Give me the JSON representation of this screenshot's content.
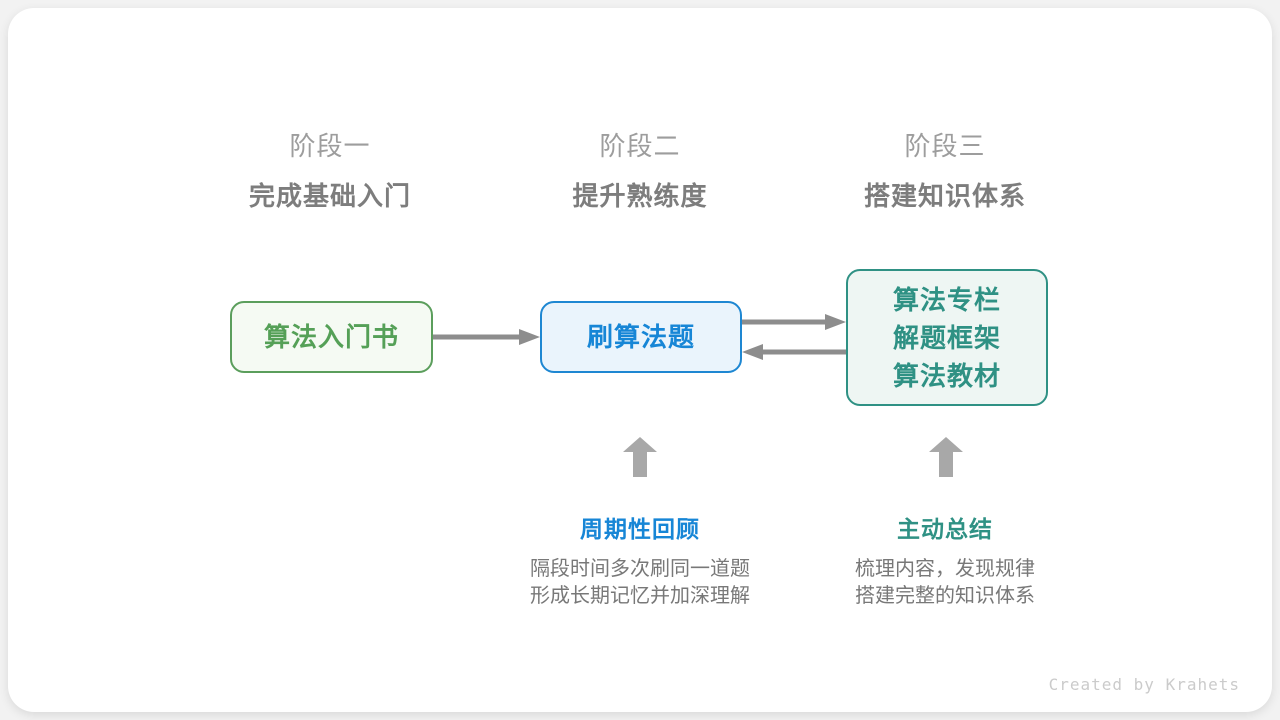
{
  "stages": [
    {
      "label": "阶段一",
      "subtitle": "完成基础入门"
    },
    {
      "label": "阶段二",
      "subtitle": "提升熟练度"
    },
    {
      "label": "阶段三",
      "subtitle": "搭建知识体系"
    }
  ],
  "nodes": [
    {
      "title": "算法入门书"
    },
    {
      "title": "刷算法题"
    },
    {
      "lines": [
        "算法专栏",
        "解题框架",
        "算法教材"
      ]
    }
  ],
  "annotations": [
    {
      "title": "周期性回顾",
      "desc_line1": "隔段时间多次刷同一道题",
      "desc_line2": "形成长期记忆并加深理解"
    },
    {
      "title": "主动总结",
      "desc_line1": "梳理内容，发现规律",
      "desc_line2": "搭建完整的知识体系"
    }
  ],
  "footer": {
    "credit": "Created by Krahets"
  },
  "icons": {
    "arrow_right": "→",
    "arrow_left": "←",
    "arrow_up": "⬆"
  },
  "colors": {
    "page_background": "#f2f2f2",
    "card_background": "#ffffff",
    "stage_label": "#9d9d9d",
    "stage_subtitle": "#7d7d7d",
    "node_green_border": "#5b9e5c",
    "node_green_bg": "#f5faf3",
    "node_green_text": "#55a057",
    "node_blue_border": "#1e87d2",
    "node_blue_bg": "#eaf4fc",
    "node_blue_text": "#1786d6",
    "node_teal_border": "#2f9184",
    "node_teal_bg": "#eef6f3",
    "node_teal_text": "#2f9184",
    "flow_arrow": "#8d8d8d",
    "up_arrow": "#a8a8a8",
    "description_text": "#787878",
    "footer_text": "#cbcbcb"
  }
}
